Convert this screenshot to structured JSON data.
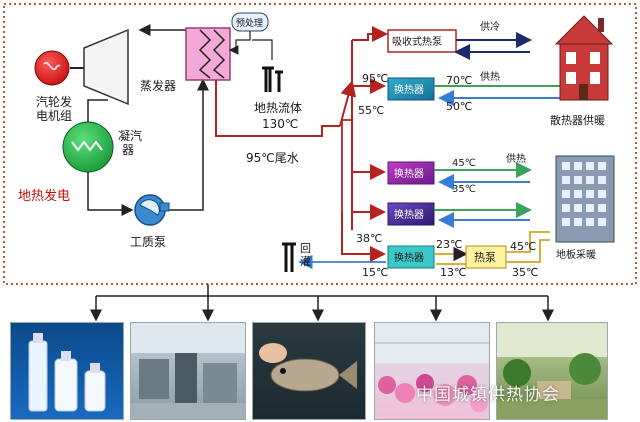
{
  "labels": {
    "turbine_generator": "汽轮发\n电机组",
    "condenser": "凝汽\n器",
    "geothermal_power": "地热发电",
    "evaporator": "蒸发器",
    "pretreatment": "预处理",
    "geo_fluid": "地热流体",
    "geo_fluid_temp": "130℃",
    "tail_water": "95℃尾水",
    "work_pump": "工质泵",
    "absorption_heat_pump": "吸收式热泵",
    "cooling_supply": "供冷",
    "heat_supply_1": "供热",
    "heat_supply_2": "供热",
    "heat_exchanger_1": "换热器",
    "heat_exchanger_2": "换热器",
    "heat_exchanger_3": "换热器",
    "heat_exchanger_4": "换热器",
    "heat_pump": "热泵",
    "radiator_heating": "散热器供暖",
    "floor_heating": "地板采暖",
    "reinjection": "回\n灌",
    "t_95_in": "95℃",
    "t_55": "55℃",
    "t_70": "70℃",
    "t_50": "50℃",
    "t_45a": "45℃",
    "t_35a": "35℃",
    "t_38": "38℃",
    "t_23": "23℃",
    "t_13": "13℃",
    "t_15": "15℃",
    "t_45b": "45℃",
    "t_35b": "35℃"
  },
  "watermark": "中国城镇供热协会",
  "colors": {
    "hot_pipe": "#b52222",
    "cold_pipe": "#3a7bd5",
    "green_pipe": "#3aa35a",
    "frame": "#b55a2a"
  }
}
